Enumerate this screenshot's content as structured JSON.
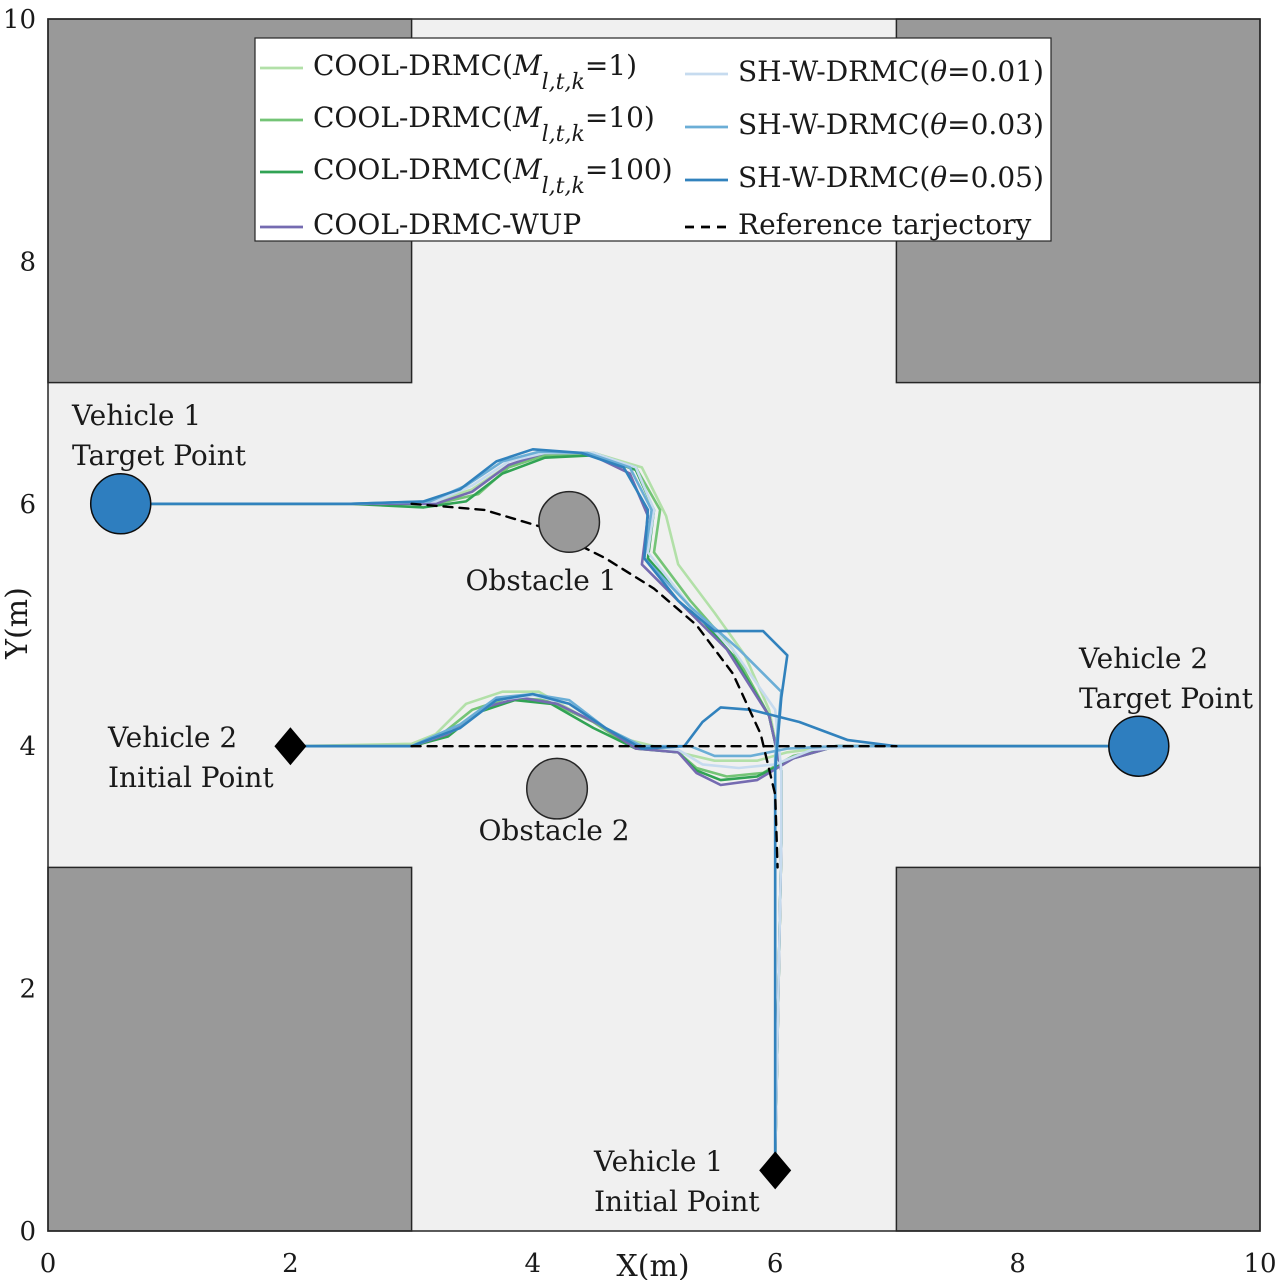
{
  "chart_data": {
    "type": "line",
    "title": "",
    "xlabel": "X(m)",
    "ylabel": "Y(m)",
    "xlim": [
      0,
      10
    ],
    "ylim": [
      0,
      10
    ],
    "xticks": [
      "0",
      "2",
      "4",
      "6",
      "8",
      "10"
    ],
    "yticks": [
      "0",
      "2",
      "4",
      "6",
      "8",
      "10"
    ],
    "grid": false,
    "legend_position": "top",
    "colors": {
      "road": "#f0f0f0",
      "building": "#999999",
      "obstacle": "#999999",
      "target": "#2e7ebf",
      "initial": "#000000",
      "reference": "#000000"
    },
    "buildings": [
      {
        "x": [
          0,
          3
        ],
        "y": [
          7,
          10
        ]
      },
      {
        "x": [
          7,
          10
        ],
        "y": [
          7,
          10
        ]
      },
      {
        "x": [
          0,
          3
        ],
        "y": [
          0,
          3
        ]
      },
      {
        "x": [
          7,
          10
        ],
        "y": [
          0,
          3
        ]
      }
    ],
    "obstacles": [
      {
        "label": "Obstacle 1",
        "x": 4.3,
        "y": 5.85,
        "r": 0.25
      },
      {
        "label": "Obstacle 2",
        "x": 4.2,
        "y": 3.65,
        "r": 0.25
      }
    ],
    "points": [
      {
        "type": "target",
        "label": [
          "Vehicle 1",
          "Target Point"
        ],
        "x": 0.6,
        "y": 6.0
      },
      {
        "type": "target",
        "label": [
          "Vehicle 2",
          "Target Point"
        ],
        "x": 9.0,
        "y": 4.0
      },
      {
        "type": "initial",
        "label": [
          "Vehicle 2",
          "Initial Point"
        ],
        "x": 2.0,
        "y": 4.0
      },
      {
        "type": "initial",
        "label": [
          "Vehicle 1",
          "Initial Point"
        ],
        "x": 6.0,
        "y": 0.5
      }
    ],
    "series": [
      {
        "legend": {
          "prefix": "COOL-DRMC(",
          "sym": "M",
          "sub": "l,t,k",
          "suffix": "=1)"
        },
        "color": "#b2e0a8",
        "dash": false,
        "paths": [
          [
            [
              0.6,
              6
            ],
            [
              2.5,
              6
            ],
            [
              3.2,
              6.02
            ],
            [
              3.5,
              6.12
            ],
            [
              3.8,
              6.32
            ],
            [
              4.15,
              6.42
            ],
            [
              4.5,
              6.42
            ],
            [
              4.9,
              6.3
            ],
            [
              5.1,
              5.9
            ],
            [
              5.2,
              5.5
            ],
            [
              5.5,
              5.1
            ],
            [
              5.75,
              4.75
            ],
            [
              5.95,
              4.3
            ],
            [
              6.05,
              3.8
            ],
            [
              6.05,
              3.2
            ],
            [
              6,
              0.6
            ]
          ],
          [
            [
              2,
              4
            ],
            [
              3,
              4.02
            ],
            [
              3.2,
              4.1
            ],
            [
              3.45,
              4.35
            ],
            [
              3.75,
              4.45
            ],
            [
              4.05,
              4.45
            ],
            [
              4.4,
              4.25
            ],
            [
              4.8,
              4.05
            ],
            [
              5.2,
              3.95
            ],
            [
              5.5,
              3.88
            ],
            [
              5.85,
              3.88
            ],
            [
              6.1,
              3.95
            ],
            [
              6.5,
              4.0
            ],
            [
              9,
              4
            ]
          ]
        ]
      },
      {
        "legend": {
          "prefix": "COOL-DRMC(",
          "sym": "M",
          "sub": "l,t,k",
          "suffix": "=10)"
        },
        "color": "#74c476",
        "dash": false,
        "paths": [
          [
            [
              0.6,
              6
            ],
            [
              2.5,
              6
            ],
            [
              3.2,
              6.0
            ],
            [
              3.55,
              6.08
            ],
            [
              3.8,
              6.3
            ],
            [
              4.1,
              6.4
            ],
            [
              4.5,
              6.42
            ],
            [
              4.85,
              6.3
            ],
            [
              5.05,
              5.95
            ],
            [
              5.0,
              5.6
            ],
            [
              5.3,
              5.2
            ],
            [
              5.65,
              4.8
            ],
            [
              5.95,
              4.25
            ],
            [
              6.05,
              3.8
            ],
            [
              6.05,
              3.2
            ],
            [
              6,
              0.6
            ]
          ],
          [
            [
              2,
              4
            ],
            [
              3,
              4.0
            ],
            [
              3.25,
              4.1
            ],
            [
              3.5,
              4.3
            ],
            [
              3.8,
              4.4
            ],
            [
              4.1,
              4.38
            ],
            [
              4.5,
              4.2
            ],
            [
              4.8,
              4.0
            ],
            [
              5.2,
              3.95
            ],
            [
              5.35,
              3.82
            ],
            [
              5.6,
              3.75
            ],
            [
              5.9,
              3.78
            ],
            [
              6.15,
              3.92
            ],
            [
              6.5,
              4.0
            ],
            [
              9,
              4
            ]
          ]
        ]
      },
      {
        "legend": {
          "prefix": "COOL-DRMC(",
          "sym": "M",
          "sub": "l,t,k",
          "suffix": "=100)"
        },
        "color": "#31a354",
        "dash": false,
        "paths": [
          [
            [
              0.6,
              6
            ],
            [
              2.5,
              6
            ],
            [
              3.1,
              5.97
            ],
            [
              3.45,
              6.02
            ],
            [
              3.75,
              6.25
            ],
            [
              4.1,
              6.38
            ],
            [
              4.5,
              6.4
            ],
            [
              4.85,
              6.28
            ],
            [
              5.0,
              5.95
            ],
            [
              4.95,
              5.55
            ],
            [
              5.3,
              5.15
            ],
            [
              5.65,
              4.75
            ],
            [
              5.95,
              4.25
            ],
            [
              6.05,
              3.8
            ],
            [
              6.05,
              3.2
            ],
            [
              6,
              0.6
            ]
          ],
          [
            [
              2,
              4
            ],
            [
              3,
              4.0
            ],
            [
              3.3,
              4.08
            ],
            [
              3.55,
              4.28
            ],
            [
              3.85,
              4.38
            ],
            [
              4.15,
              4.35
            ],
            [
              4.5,
              4.15
            ],
            [
              4.85,
              3.98
            ],
            [
              5.2,
              3.95
            ],
            [
              5.35,
              3.8
            ],
            [
              5.55,
              3.72
            ],
            [
              5.85,
              3.75
            ],
            [
              6.15,
              3.9
            ],
            [
              6.5,
              4.0
            ],
            [
              9,
              4
            ]
          ]
        ]
      },
      {
        "legend": {
          "prefix": "COOL-DRMC-WUP",
          "sym": "",
          "sub": "",
          "suffix": ""
        },
        "color": "#756bb1",
        "dash": false,
        "paths": [
          [
            [
              0.6,
              6
            ],
            [
              2.5,
              6
            ],
            [
              3.2,
              6.0
            ],
            [
              3.5,
              6.1
            ],
            [
              3.8,
              6.32
            ],
            [
              4.1,
              6.42
            ],
            [
              4.45,
              6.42
            ],
            [
              4.8,
              6.25
            ],
            [
              4.95,
              5.9
            ],
            [
              4.9,
              5.5
            ],
            [
              5.3,
              5.1
            ],
            [
              5.6,
              4.8
            ],
            [
              5.95,
              4.25
            ],
            [
              6.05,
              3.8
            ],
            [
              6.05,
              3.2
            ],
            [
              6,
              0.6
            ]
          ],
          [
            [
              2,
              4
            ],
            [
              3,
              4.0
            ],
            [
              3.3,
              4.1
            ],
            [
              3.6,
              4.32
            ],
            [
              3.9,
              4.4
            ],
            [
              4.2,
              4.35
            ],
            [
              4.55,
              4.18
            ],
            [
              4.85,
              3.98
            ],
            [
              5.2,
              3.95
            ],
            [
              5.35,
              3.78
            ],
            [
              5.55,
              3.68
            ],
            [
              5.85,
              3.72
            ],
            [
              6.15,
              3.9
            ],
            [
              6.5,
              4.0
            ],
            [
              9,
              4
            ]
          ]
        ]
      },
      {
        "legend": {
          "prefix": "SH-W-DRMC(",
          "sym": "θ",
          "sub": "",
          "suffix": "=0.01)"
        },
        "color": "#c6dbef",
        "dash": false,
        "paths": [
          [
            [
              0.6,
              6
            ],
            [
              2.5,
              6
            ],
            [
              3.2,
              6.02
            ],
            [
              3.5,
              6.15
            ],
            [
              3.8,
              6.35
            ],
            [
              4.1,
              6.42
            ],
            [
              4.5,
              6.42
            ],
            [
              4.85,
              6.3
            ],
            [
              5.0,
              5.95
            ],
            [
              4.95,
              5.6
            ],
            [
              5.3,
              5.15
            ],
            [
              5.65,
              4.8
            ],
            [
              6.0,
              4.3
            ],
            [
              6.05,
              3.8
            ],
            [
              6.05,
              3.2
            ],
            [
              6,
              0.6
            ]
          ],
          [
            [
              2,
              4
            ],
            [
              3,
              4.0
            ],
            [
              3.4,
              4.15
            ],
            [
              3.7,
              4.38
            ],
            [
              4.0,
              4.42
            ],
            [
              4.3,
              4.35
            ],
            [
              4.6,
              4.15
            ],
            [
              4.9,
              4.0
            ],
            [
              5.2,
              3.97
            ],
            [
              5.4,
              3.85
            ],
            [
              5.7,
              3.82
            ],
            [
              6.0,
              3.85
            ],
            [
              6.3,
              3.97
            ],
            [
              6.7,
              4.0
            ],
            [
              9,
              4
            ]
          ]
        ]
      },
      {
        "legend": {
          "prefix": "SH-W-DRMC(",
          "sym": "θ",
          "sub": "",
          "suffix": "=0.03)"
        },
        "color": "#6baed6",
        "dash": false,
        "paths": [
          [
            [
              0.6,
              6
            ],
            [
              2.5,
              6
            ],
            [
              3.15,
              6.02
            ],
            [
              3.45,
              6.15
            ],
            [
              3.75,
              6.35
            ],
            [
              4.05,
              6.43
            ],
            [
              4.45,
              6.42
            ],
            [
              4.8,
              6.3
            ],
            [
              4.98,
              5.95
            ],
            [
              4.92,
              5.55
            ],
            [
              5.3,
              5.15
            ],
            [
              5.7,
              4.8
            ],
            [
              6.05,
              4.45
            ],
            [
              6.0,
              3.9
            ],
            [
              6.0,
              3.2
            ],
            [
              6,
              0.6
            ]
          ],
          [
            [
              2,
              4
            ],
            [
              3,
              4.0
            ],
            [
              3.4,
              4.18
            ],
            [
              3.7,
              4.4
            ],
            [
              4.0,
              4.43
            ],
            [
              4.3,
              4.38
            ],
            [
              4.6,
              4.15
            ],
            [
              4.9,
              4.0
            ],
            [
              5.3,
              4.0
            ],
            [
              5.5,
              3.92
            ],
            [
              5.8,
              3.92
            ],
            [
              6.1,
              3.98
            ],
            [
              6.5,
              4.0
            ],
            [
              9,
              4
            ]
          ]
        ]
      },
      {
        "legend": {
          "prefix": "SH-W-DRMC(",
          "sym": "θ",
          "sub": "",
          "suffix": "=0.05)"
        },
        "color": "#3182bd",
        "dash": false,
        "paths": [
          [
            [
              0.6,
              6
            ],
            [
              2.5,
              6
            ],
            [
              3.1,
              6.02
            ],
            [
              3.4,
              6.12
            ],
            [
              3.7,
              6.35
            ],
            [
              4.0,
              6.45
            ],
            [
              4.4,
              6.42
            ],
            [
              4.75,
              6.3
            ],
            [
              4.95,
              5.95
            ],
            [
              4.92,
              5.55
            ],
            [
              5.2,
              5.2
            ],
            [
              5.5,
              4.95
            ],
            [
              5.9,
              4.95
            ],
            [
              6.1,
              4.75
            ],
            [
              6.05,
              4.4
            ],
            [
              6.0,
              3.8
            ],
            [
              6.0,
              3.2
            ],
            [
              6,
              0.6
            ]
          ],
          [
            [
              2,
              4
            ],
            [
              3,
              4.0
            ],
            [
              3.4,
              4.15
            ],
            [
              3.7,
              4.38
            ],
            [
              4.0,
              4.43
            ],
            [
              4.3,
              4.35
            ],
            [
              4.6,
              4.15
            ],
            [
              4.9,
              3.98
            ],
            [
              5.25,
              4.0
            ],
            [
              5.4,
              4.2
            ],
            [
              5.55,
              4.32
            ],
            [
              5.8,
              4.3
            ],
            [
              6.2,
              4.2
            ],
            [
              6.6,
              4.05
            ],
            [
              7,
              4.0
            ],
            [
              9,
              4
            ]
          ]
        ]
      },
      {
        "legend": {
          "prefix": "Reference tarjectory",
          "sym": "",
          "sub": "",
          "suffix": ""
        },
        "color": "#000000",
        "dash": true,
        "paths": [
          [
            [
              3,
              6
            ],
            [
              3.6,
              5.95
            ],
            [
              4.1,
              5.8
            ],
            [
              4.6,
              5.55
            ],
            [
              5.0,
              5.3
            ],
            [
              5.35,
              5.0
            ],
            [
              5.65,
              4.6
            ],
            [
              5.88,
              4.1
            ],
            [
              6.0,
              3.6
            ],
            [
              6.02,
              3.0
            ]
          ],
          [
            [
              3,
              4
            ],
            [
              7,
              4
            ]
          ]
        ]
      }
    ]
  }
}
